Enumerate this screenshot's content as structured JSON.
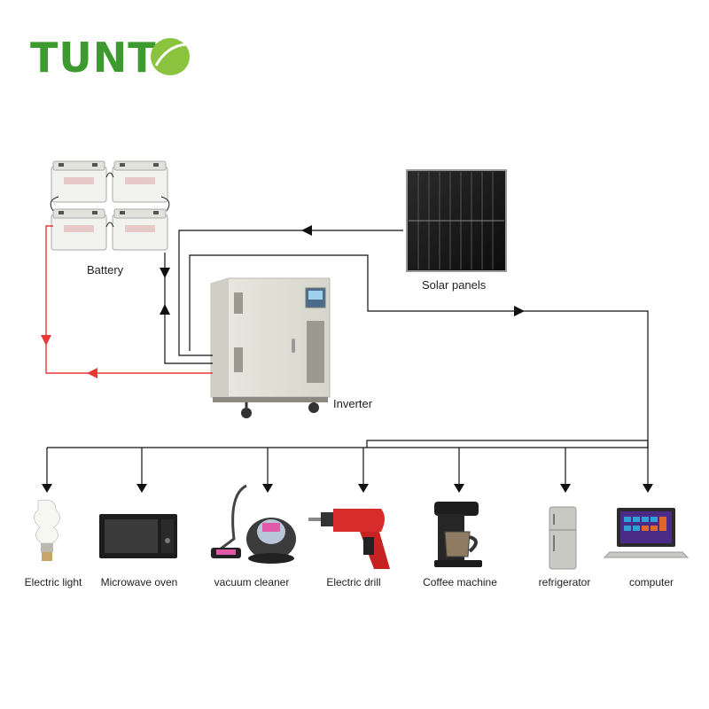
{
  "brand": {
    "logo_text": "TUNTO",
    "color": "#3d9a2e",
    "leaf_color": "#8ac43f"
  },
  "components": {
    "battery": "Battery",
    "solar": "Solar panels",
    "inverter": "Inverter"
  },
  "appliances": [
    {
      "label": "Electric light",
      "icon": "light-bulb-icon"
    },
    {
      "label": "Microwave oven",
      "icon": "microwave-icon"
    },
    {
      "label": "vacuum cleaner",
      "icon": "vacuum-cleaner-icon"
    },
    {
      "label": "Electric drill",
      "icon": "drill-icon"
    },
    {
      "label": "Coffee machine",
      "icon": "coffee-machine-icon"
    },
    {
      "label": "refrigerator",
      "icon": "refrigerator-icon"
    },
    {
      "label": "computer",
      "icon": "laptop-icon"
    }
  ],
  "colors": {
    "wire": "#111111",
    "battery_wire": "#e53935"
  }
}
